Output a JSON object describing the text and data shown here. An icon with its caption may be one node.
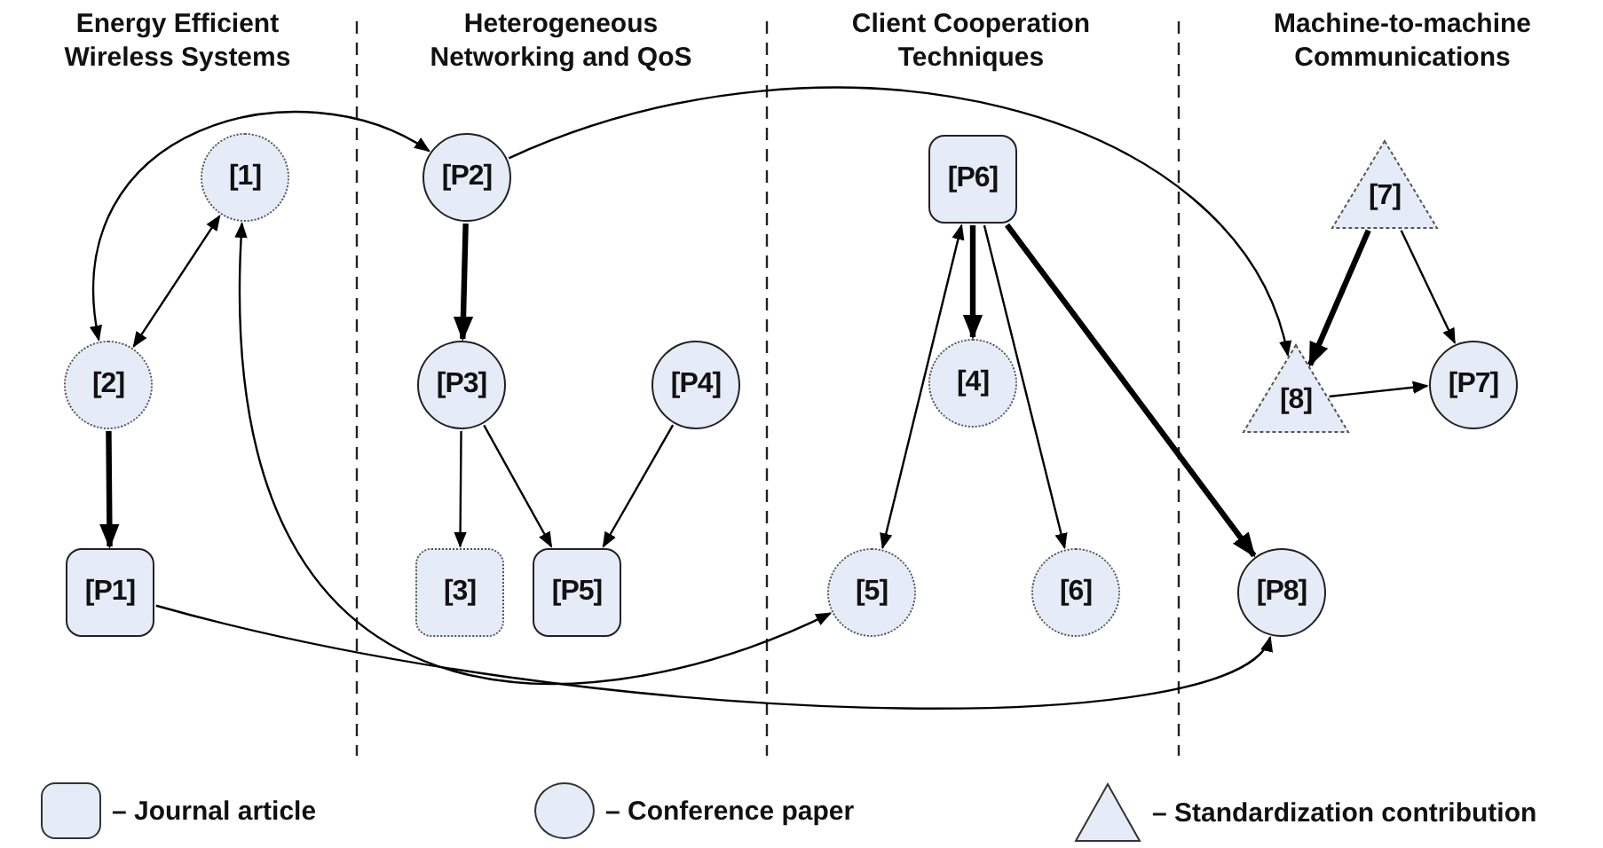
{
  "diagram": {
    "nodes": [
      {
        "text": [
          "[1]"
        ]
      },
      {
        "text": [
          "[P2]"
        ]
      },
      {
        "text": [
          "[P6]"
        ]
      },
      {
        "text": [
          "[7]"
        ]
      },
      {
        "text": [
          "[2]"
        ]
      },
      {
        "text": [
          "[P3]"
        ]
      },
      {
        "text": [
          "[P4]"
        ]
      },
      {
        "text": [
          "[4]"
        ]
      },
      {
        "text": [
          "[8]"
        ]
      },
      {
        "text": [
          "[P7]"
        ]
      },
      {
        "text": [
          "[P1]"
        ]
      },
      {
        "text": [
          "[3]"
        ]
      },
      {
        "text": [
          "[P5]"
        ]
      },
      {
        "text": [
          "[5]"
        ]
      },
      {
        "text": [
          "[6]"
        ]
      },
      {
        "text": [
          "[P8]"
        ]
      }
    ],
    "edges": [
      {
        "from": 4,
        "to": 1,
        "arrow": "both"
      },
      {
        "from": 0,
        "to": 4,
        "arrow": "both"
      },
      {
        "from": 0,
        "to": 13,
        "arrow": "both"
      },
      {
        "from": 4,
        "to": 10,
        "arrow": "to",
        "style": "thick"
      },
      {
        "from": 1,
        "to": 5,
        "arrow": "to",
        "style": "thick"
      },
      {
        "from": 1,
        "to": 8,
        "arrow": "to"
      },
      {
        "from": 5,
        "to": 11,
        "arrow": "to"
      },
      {
        "from": 5,
        "to": 12,
        "arrow": "to"
      },
      {
        "from": 6,
        "to": 12,
        "arrow": "to"
      },
      {
        "from": 2,
        "to": 13,
        "arrow": "both"
      },
      {
        "from": 2,
        "to": 7,
        "arrow": "to",
        "style": "thick"
      },
      {
        "from": 2,
        "to": 14,
        "arrow": "to"
      },
      {
        "from": 2,
        "to": 15,
        "arrow": "to",
        "style": "thick"
      },
      {
        "from": 10,
        "to": 15,
        "arrow": "to"
      },
      {
        "from": 3,
        "to": 8,
        "arrow": "to",
        "style": "thick"
      },
      {
        "from": 3,
        "to": 9,
        "arrow": "to"
      },
      {
        "from": 8,
        "to": 9,
        "arrow": "to"
      }
    ],
    "labels": [
      "Energy Efficient Wireless Systems",
      "Heterogeneous Networking and QoS",
      "Client Cooperation Techniques",
      "Machine-to-machine Communications"
    ],
    "legend": [
      {
        "text": "– Journal article"
      },
      {
        "text": "– Conference paper"
      },
      {
        "text": "– Standardization contribution"
      }
    ]
  }
}
